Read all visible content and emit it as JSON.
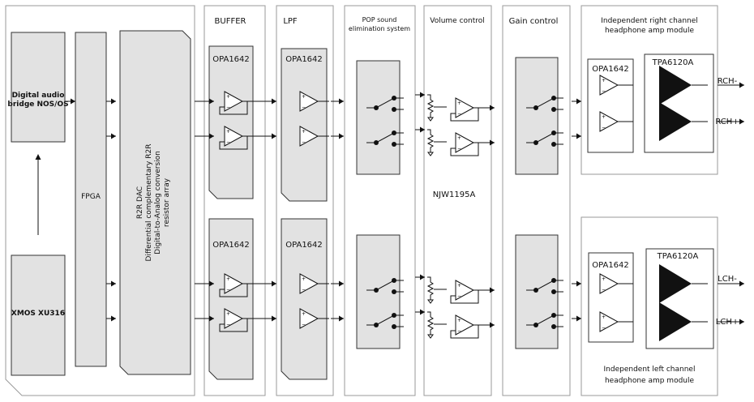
{
  "source": {
    "digital_bridge": [
      "Digital audio",
      "bridge NOS/OS"
    ],
    "xmos": "XMOS XU316",
    "fpga": "FPGA",
    "dac": [
      "R2R DAC",
      "Differential complementary R2R",
      "Digital-to-Analog conversion",
      "resistor array"
    ]
  },
  "stages": {
    "buffer": {
      "title": "BUFFER",
      "chip": "OPA1642"
    },
    "lpf": {
      "title": "LPF",
      "chip": "OPA1642"
    },
    "pop": {
      "title": [
        "POP sound",
        "elimination system"
      ]
    },
    "volume": {
      "title": "Volume control",
      "chip": "NJW1195A"
    },
    "gain": {
      "title": "Gain control"
    }
  },
  "right_module": {
    "title": [
      "Independent right channel",
      "headphone amp module"
    ],
    "opamp": "OPA1642",
    "amp": "TPA6120A",
    "outputs": [
      "RCH-",
      "RCH+"
    ]
  },
  "left_module": {
    "title": [
      "Independent left channel",
      "headphone amp module"
    ],
    "opamp": "OPA1642",
    "amp": "TPA6120A",
    "outputs": [
      "LCH-",
      "LCH+"
    ]
  },
  "colors": {
    "block_fill": "#e2e2e2",
    "panel_border": "#9a9a9a",
    "line": "#111111"
  }
}
